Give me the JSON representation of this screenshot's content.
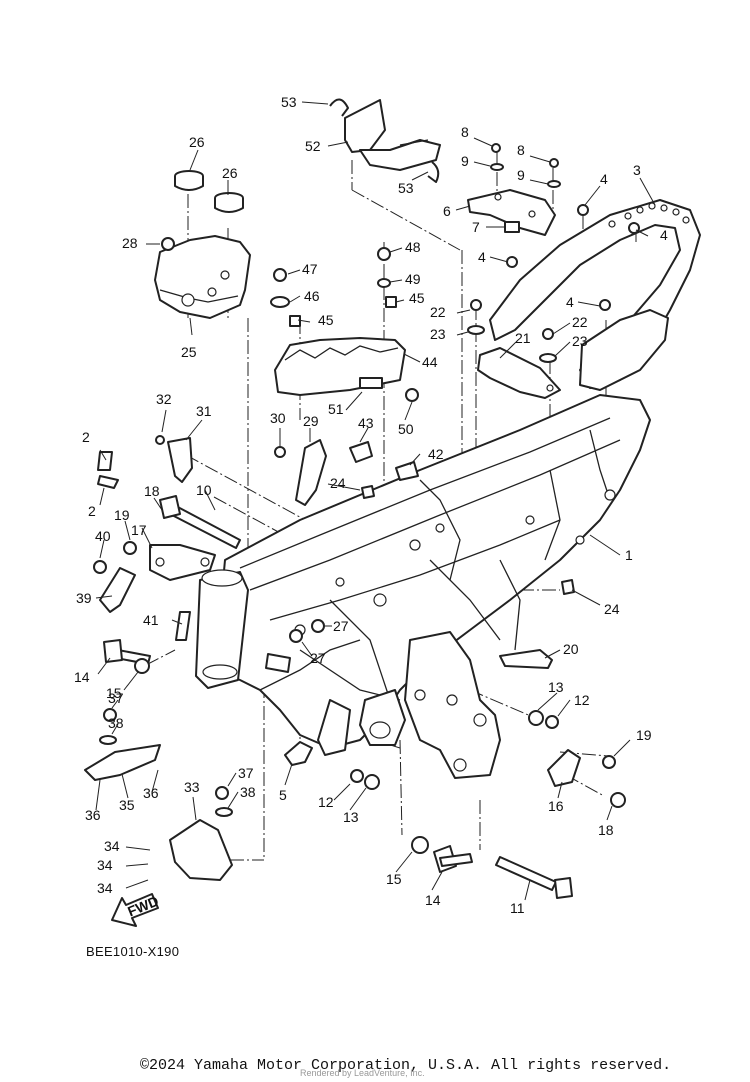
{
  "diagram": {
    "code": "BEE1010-X190",
    "copyright": "©2024 Yamaha Motor Corporation, U.S.A. All rights reserved.",
    "watermark": "Rendered by LeadVenture, Inc.",
    "fwd_label": "FWD",
    "callouts": [
      "1",
      "2",
      "2",
      "3",
      "4",
      "4",
      "4",
      "4",
      "5",
      "6",
      "7",
      "8",
      "8",
      "9",
      "9",
      "10",
      "11",
      "12",
      "12",
      "13",
      "13",
      "14",
      "14",
      "15",
      "15",
      "16",
      "17",
      "18",
      "18",
      "19",
      "19",
      "20",
      "21",
      "22",
      "22",
      "23",
      "23",
      "24",
      "24",
      "25",
      "26",
      "26",
      "27",
      "27",
      "28",
      "29",
      "30",
      "31",
      "32",
      "33",
      "34",
      "34",
      "34",
      "35",
      "36",
      "36",
      "37",
      "37",
      "38",
      "38",
      "39",
      "40",
      "41",
      "42",
      "43",
      "44",
      "45",
      "45",
      "46",
      "47",
      "48",
      "49",
      "50",
      "51",
      "52",
      "53",
      "53"
    ]
  }
}
